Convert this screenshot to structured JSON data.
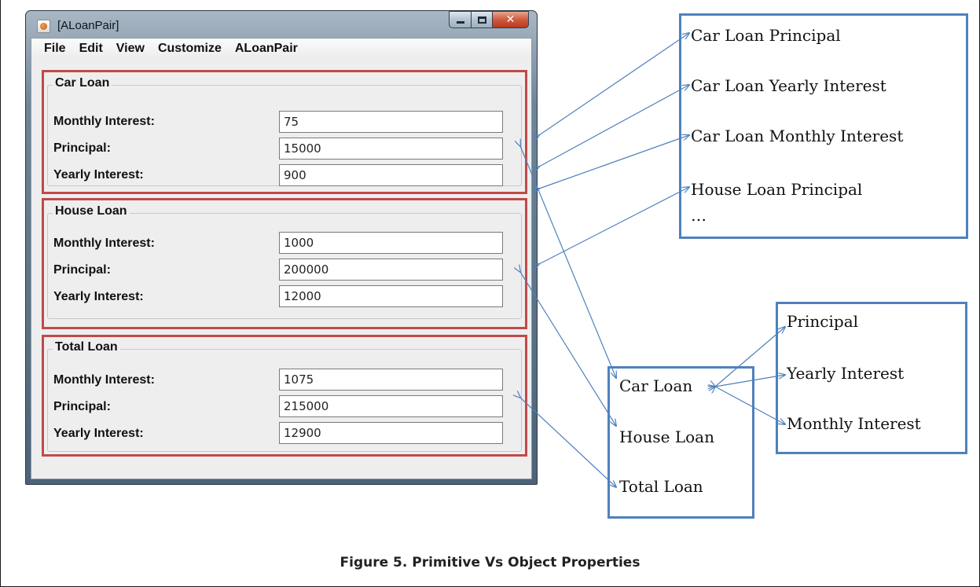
{
  "window": {
    "title": "[ALoanPair]",
    "menu": [
      "File",
      "Edit",
      "View",
      "Customize",
      "ALoanPair"
    ],
    "groups": [
      {
        "legend": "Car Loan",
        "fields": [
          {
            "label": "Monthly Interest:",
            "value": "75"
          },
          {
            "label": "Principal:",
            "value": "15000"
          },
          {
            "label": "Yearly Interest:",
            "value": "900"
          }
        ]
      },
      {
        "legend": "House Loan",
        "fields": [
          {
            "label": "Monthly Interest:",
            "value": "1000"
          },
          {
            "label": "Principal:",
            "value": "200000"
          },
          {
            "label": "Yearly Interest:",
            "value": "12000"
          }
        ]
      },
      {
        "legend": "Total Loan",
        "fields": [
          {
            "label": "Monthly Interest:",
            "value": "1075"
          },
          {
            "label": "Principal:",
            "value": "215000"
          },
          {
            "label": "Yearly Interest:",
            "value": "12900"
          }
        ]
      }
    ]
  },
  "primitive_properties_box": {
    "items": [
      "Car Loan Principal",
      "Car Loan Yearly Interest",
      "Car Loan Monthly Interest",
      "House Loan Principal",
      "…"
    ]
  },
  "object_properties_box": {
    "items": [
      "Car Loan",
      "House Loan",
      "Total Loan"
    ]
  },
  "loan_properties_box": {
    "items": [
      "Principal",
      "Yearly Interest",
      "Monthly Interest"
    ]
  },
  "caption": "Figure 5. Primitive Vs Object Properties",
  "colors": {
    "group_outline": "#c04a4a",
    "arrow": "#4f81bd",
    "box_border": "#4f81bd"
  }
}
